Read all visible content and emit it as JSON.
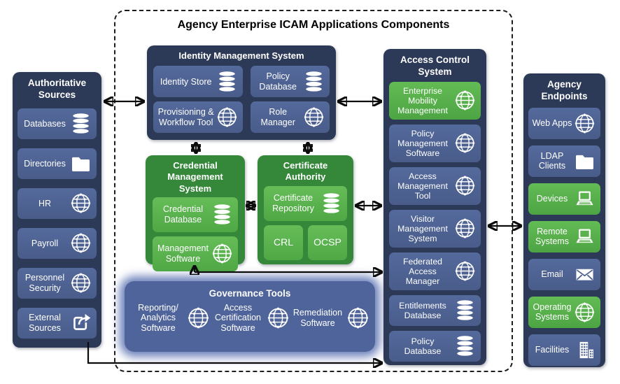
{
  "title": "Agency Enterprise ICAM Applications Components",
  "left_panel": {
    "title": "Authoritative Sources",
    "items": [
      {
        "label": "Databases",
        "icon": "database-icon"
      },
      {
        "label": "Directories",
        "icon": "folder-icon"
      },
      {
        "label": "HR",
        "icon": "globe-icon"
      },
      {
        "label": "Payroll",
        "icon": "globe-icon"
      },
      {
        "label": "Personnel Security",
        "icon": "globe-icon"
      },
      {
        "label": "External Sources",
        "icon": "export-icon"
      }
    ]
  },
  "identity_management": {
    "title": "Identity Management System",
    "items": [
      {
        "label": "Identity Store",
        "icon": "database-icon"
      },
      {
        "label": "Policy Database",
        "icon": "database-icon"
      },
      {
        "label": "Provisioning & Workflow Tool",
        "icon": "globe-icon"
      },
      {
        "label": "Role Manager",
        "icon": "globe-icon"
      }
    ]
  },
  "credential_management": {
    "title": "Credential Management System",
    "items": [
      {
        "label": "Credential Database",
        "icon": "database-icon"
      },
      {
        "label": "Management Software",
        "icon": "globe-icon"
      }
    ]
  },
  "certificate_authority": {
    "title": "Certificate Authority",
    "items": [
      {
        "label": "Certificate Repository",
        "icon": "database-icon"
      },
      {
        "label": "CRL"
      },
      {
        "label": "OCSP"
      }
    ]
  },
  "access_control": {
    "title": "Access Control System",
    "items": [
      {
        "label": "Enterprise Mobility Management",
        "icon": "globe-icon",
        "green": true
      },
      {
        "label": "Policy Management Software",
        "icon": "globe-icon"
      },
      {
        "label": "Access Management Tool",
        "icon": "globe-icon"
      },
      {
        "label": "Visitor Management System",
        "icon": "globe-icon"
      },
      {
        "label": "Federated Access Manager",
        "icon": "globe-icon"
      },
      {
        "label": "Entitlements Database",
        "icon": "database-icon"
      },
      {
        "label": "Policy Database",
        "icon": "database-icon"
      }
    ]
  },
  "governance": {
    "title": "Governance Tools",
    "items": [
      {
        "label": "Reporting/ Analytics Software",
        "icon": "globe-icon"
      },
      {
        "label": "Access Certification Software",
        "icon": "globe-icon"
      },
      {
        "label": "Remediation Software",
        "icon": "globe-icon"
      }
    ]
  },
  "right_panel": {
    "title": "Agency Endpoints",
    "items": [
      {
        "label": "Web Apps",
        "icon": "globe-icon"
      },
      {
        "label": "LDAP Clients",
        "icon": "folder-icon"
      },
      {
        "label": "Devices",
        "icon": "laptop-icon",
        "green": true
      },
      {
        "label": "Remote Systems",
        "icon": "laptop-icon",
        "green": true
      },
      {
        "label": "Email",
        "icon": "envelope-icon"
      },
      {
        "label": "Operating Systems",
        "icon": "globe-icon",
        "green": true
      },
      {
        "label": "Facilities",
        "icon": "building-icon"
      }
    ]
  },
  "colors": {
    "panel_navy": "#2c3a57",
    "box_blue": "#4d6190",
    "panel_green": "#35873a",
    "box_green": "#55ad4a",
    "governance_blue": "#4f649b",
    "arrow_black": "#0b0b0b"
  }
}
